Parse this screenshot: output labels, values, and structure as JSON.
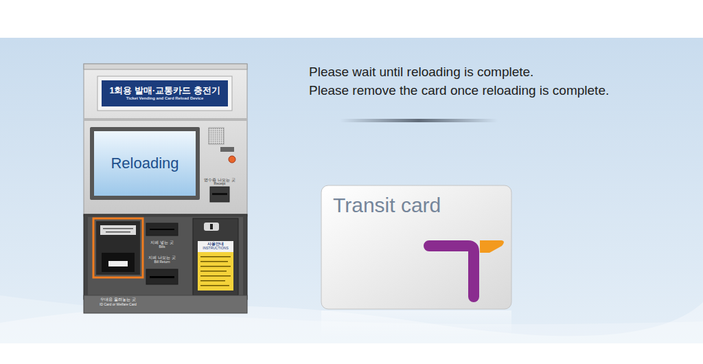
{
  "diagram": {
    "nodes": [
      {
        "text": [
          "1회용 발매·교통카드 충전기",
          "Ticket Vending and Card Reload Device"
        ]
      },
      {
        "text": [
          "Reloading"
        ]
      },
      {
        "text": [
          "Transit card"
        ]
      }
    ],
    "labels": [
      "Please wait until reloading is complete.",
      "Please remove the card once reloading is complete.",
      "영수증 나오는 곳",
      "Receipt",
      "지폐 넣는 곳",
      "Bills",
      "지폐 나오는 곳",
      "Bill Return",
      "사용안내",
      "INSTRUCTIONS",
      "우대용 올려놓는 곳",
      "ID Card or Welfare Card"
    ]
  }
}
